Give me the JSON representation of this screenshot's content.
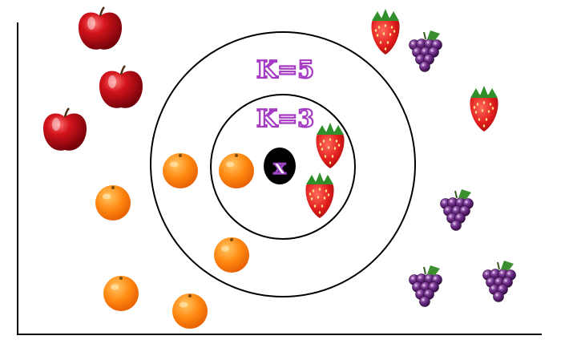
{
  "diagram": {
    "labels": {
      "k_outer": "K=5",
      "k_inner": "K=3",
      "query": "x"
    },
    "colors": {
      "axis": "#000000",
      "circle": "#000000",
      "label": "#a63bc3",
      "query_fill": "#000000"
    },
    "items": [
      {
        "name": "apple-1",
        "kind": "apple",
        "icon": "apple-icon"
      },
      {
        "name": "apple-2",
        "kind": "apple",
        "icon": "apple-icon"
      },
      {
        "name": "apple-3",
        "kind": "apple",
        "icon": "apple-icon"
      },
      {
        "name": "orange-1",
        "kind": "orange",
        "icon": "orange-icon"
      },
      {
        "name": "orange-2",
        "kind": "orange",
        "icon": "orange-icon"
      },
      {
        "name": "orange-3",
        "kind": "orange",
        "icon": "orange-icon"
      },
      {
        "name": "orange-4",
        "kind": "orange",
        "icon": "orange-icon"
      },
      {
        "name": "orange-5",
        "kind": "orange",
        "icon": "orange-icon"
      },
      {
        "name": "orange-6",
        "kind": "orange",
        "icon": "orange-icon"
      },
      {
        "name": "strawberry-1",
        "kind": "strawberry",
        "icon": "strawberry-icon"
      },
      {
        "name": "strawberry-2",
        "kind": "strawberry",
        "icon": "strawberry-icon"
      },
      {
        "name": "strawberry-3",
        "kind": "strawberry",
        "icon": "strawberry-icon"
      },
      {
        "name": "strawberry-4",
        "kind": "strawberry",
        "icon": "strawberry-icon"
      },
      {
        "name": "grape-1",
        "kind": "grape",
        "icon": "grape-icon"
      },
      {
        "name": "grape-2",
        "kind": "grape",
        "icon": "grape-icon"
      },
      {
        "name": "grape-3",
        "kind": "grape",
        "icon": "grape-icon"
      },
      {
        "name": "grape-4",
        "kind": "grape",
        "icon": "grape-icon"
      }
    ]
  }
}
